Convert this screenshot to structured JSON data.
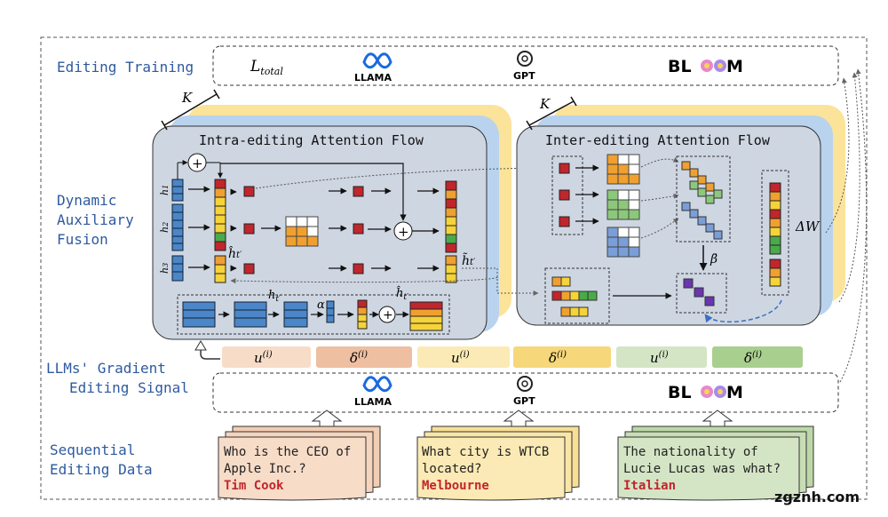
{
  "labels": {
    "editing_training": "Editing Training",
    "dynamic_aux_fusion": [
      "Dynamic",
      "Auxiliary",
      "Fusion"
    ],
    "gradient_signal": [
      "LLMs' Gradient",
      "Editing Signal"
    ],
    "sequential_data": [
      "Sequential",
      "Editing Data"
    ]
  },
  "training_row": {
    "loss": "L",
    "loss_sub": "total",
    "llama": "LLAMA",
    "gpt": "GPT",
    "bloom_left": "BL",
    "bloom_right": "M"
  },
  "signal_row": {
    "llama": "LLAMA",
    "gpt": "GPT",
    "bloom_left": "BL",
    "bloom_right": "M"
  },
  "intra": {
    "title": "Intra-editing Attention Flow",
    "k": "K",
    "h1": "h",
    "h2": "h",
    "h3": "h",
    "s1": "1",
    "s2": "2",
    "s3": "3",
    "ht_hat": "ĥ",
    "ht_tilde": "h̃",
    "t_prime": "t′",
    "alpha": "α",
    "ht_prime": "h",
    "plus": "+"
  },
  "inter": {
    "title": "Inter-editing Attention Flow",
    "k": "K",
    "beta": "β̄",
    "delta_w": "ΔW"
  },
  "signals": [
    {
      "u": "u",
      "d": "δ",
      "sup": "(i)",
      "u_color": "#f7dcc8",
      "d_color": "#eebfa0"
    },
    {
      "u": "u",
      "d": "δ",
      "sup": "(i)",
      "u_color": "#fbeab5",
      "d_color": "#f6d77a"
    },
    {
      "u": "u",
      "d": "δ",
      "sup": "(i)",
      "u_color": "#d4e5c5",
      "d_color": "#a9cf8f"
    }
  ],
  "cards": [
    {
      "q1": "Who is the CEO of",
      "q2": "Apple Inc.?",
      "a": "Tim Cook",
      "color": "#f7dcc8"
    },
    {
      "q1": "What city is WTCB",
      "q2": "located?",
      "a": "Melbourne",
      "color": "#fbeab5"
    },
    {
      "q1": "The nationality of",
      "q2": "Lucie Lucas was what?",
      "a": "Italian",
      "color": "#d4e5c5"
    }
  ],
  "watermark": "zgznh.com",
  "colors": {
    "blue": "#4a86c8",
    "red": "#c0262c",
    "yellow": "#f5d33a",
    "green": "#4aaa4a",
    "orange": "#f0a030",
    "purple": "#6a35b0",
    "panel": "#ced6e2"
  }
}
